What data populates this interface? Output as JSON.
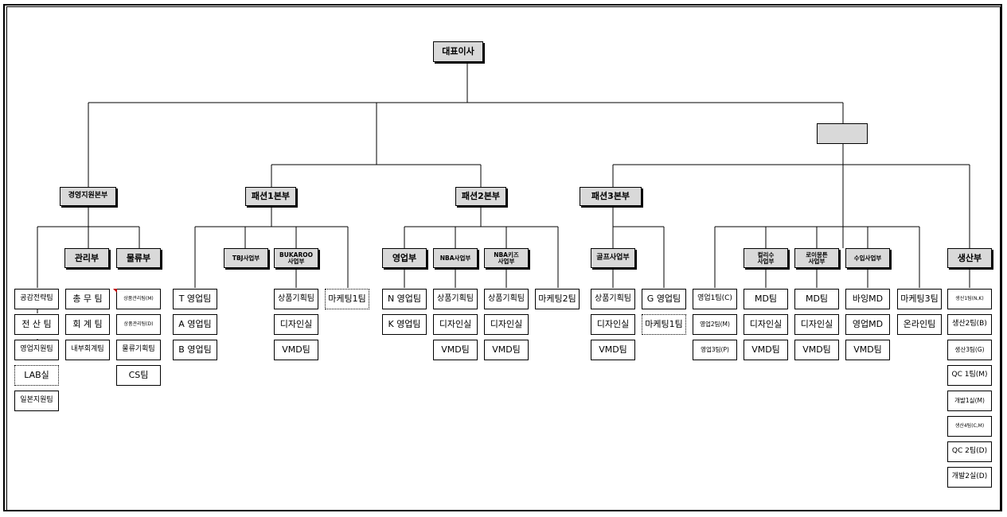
{
  "org": {
    "ceo": "대표이사",
    "blank_box": "",
    "div_mgmt": "경영지원본부",
    "div_f1": "패션1본부",
    "div_f2": "패션2본부",
    "div_f3": "패션3본부",
    "production": "생산부",
    "mgmt": {
      "admin": "관리부",
      "logistics": "물류부"
    },
    "f1": {
      "tbj": "TBJ사업부",
      "bukaroo": "BUKAROO\n사업부"
    },
    "f2": {
      "sales": "영업부",
      "nba": "NBA사업부",
      "nba_kids": "NBA키즈\n사업부"
    },
    "f3": {
      "golf": "골프사업부",
      "collezione": "컬리수\n사업부",
      "roi": "로이몽튼\n사업부",
      "import": "수입사업부"
    },
    "col_strategy": [
      "공감전략팀",
      "전 산 팀",
      "영업지원팀",
      "LAB실",
      "일본지원팀"
    ],
    "col_admin": [
      "총 무 팀",
      "회 계 팀",
      "내부회계팀"
    ],
    "col_logistics": [
      "상품관리팀(M)",
      "상품관리팀(D)",
      "물류기획팀",
      "CS팀"
    ],
    "col_tbj": [
      "T 영업팀",
      "A 영업팀",
      "B 영업팀"
    ],
    "col_bukaroo": [
      "상품기획팀",
      "디자인실",
      "VMD팀"
    ],
    "marketing1": "마케팅1팀",
    "col_sales": [
      "N 영업팀",
      "K 영업팀"
    ],
    "col_nba": [
      "상품기획팀",
      "디자인실",
      "VMD팀"
    ],
    "col_nbakids": [
      "상품기획팀",
      "디자인실",
      "VMD팀"
    ],
    "marketing2": "마케팅2팀",
    "col_golf": [
      "상품기획팀",
      "디자인실",
      "VMD팀"
    ],
    "golf_sales": "G 영업팀",
    "golf_marketing": "마케팅1팀",
    "col_f3sales": [
      "영업1팀(C)",
      "영업2팀(M)",
      "영업3팀(P)"
    ],
    "col_collezione": [
      "MD팀",
      "디자인실",
      "VMD팀"
    ],
    "col_roi": [
      "MD팀",
      "디자인실",
      "VMD팀"
    ],
    "col_import": [
      "바잉MD",
      "영업MD",
      "VMD팀"
    ],
    "col_marketing3": [
      "마케팅3팀",
      "온라인팀"
    ],
    "col_production": [
      "생산1팀(N,K)",
      "생산2팀(B)",
      "생산3팀(G)",
      "QC 1팀(M)",
      "개발1실(M)",
      "생산4팀(C,M)",
      "QC 2팀(D)",
      "개발2실(D)"
    ]
  },
  "colors": {
    "header_fill": "#d9d9d9",
    "line": "#000000",
    "comment_marker": "#c00000"
  }
}
